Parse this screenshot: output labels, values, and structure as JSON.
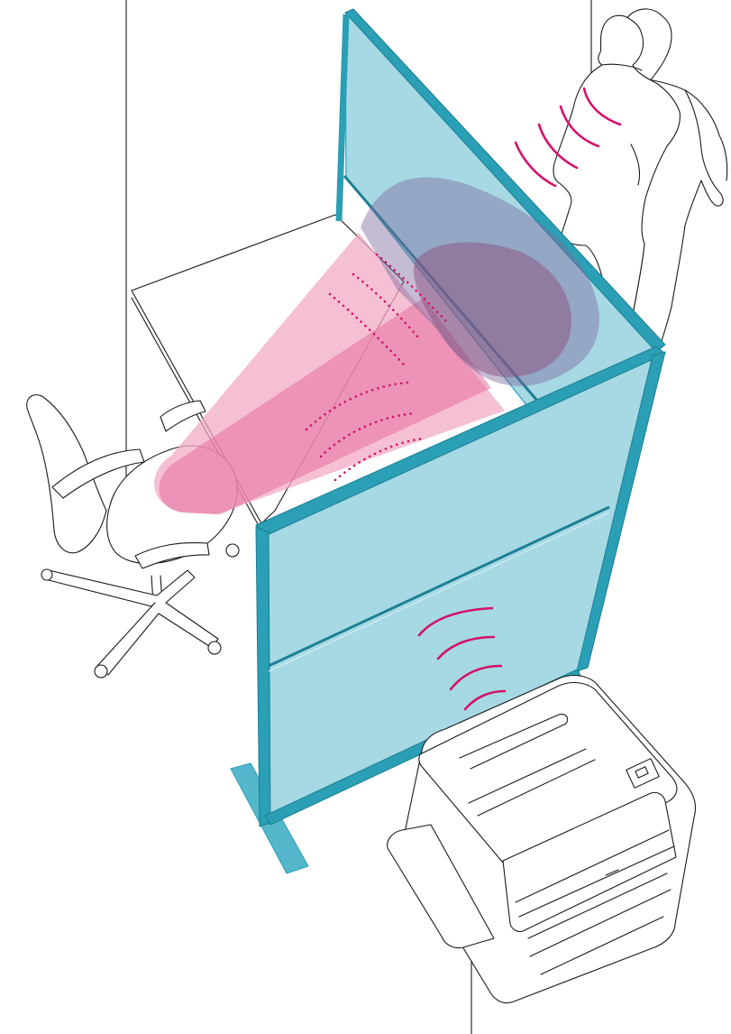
{
  "colors": {
    "panel_fill": "#a6d9e3",
    "panel_frame": "#2a9fb5",
    "panel_frame_dark": "#1d7f93",
    "foot": "#55b7cc",
    "sound": "#d4126a",
    "sound_cone_light": "#f1a9c6",
    "sound_cone_dark": "#e46f9f",
    "sound_absorbed": "#8c6e98",
    "line": "#1a1a1a"
  },
  "icons": {
    "back_panel": "glass-partition-panel",
    "front_panel": "glass-partition-panel",
    "people": "standing-people-outline",
    "chair": "office-chair-outline",
    "desk": "desk-outline",
    "printer": "printer-outline",
    "sound_waves": "sound-wave-arcs"
  }
}
